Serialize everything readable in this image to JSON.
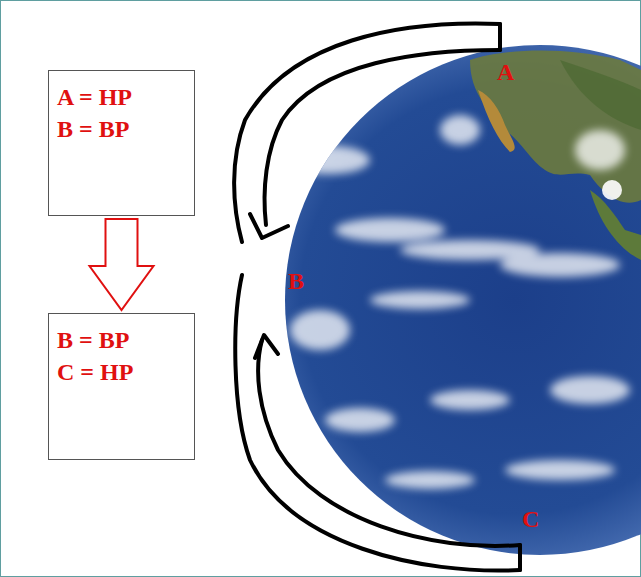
{
  "diagram": {
    "nodes": [
      {
        "text": [
          "A = HP",
          "B = BP"
        ]
      },
      {
        "text": [
          "B = BP",
          "C = HP"
        ]
      }
    ],
    "edges": [
      {
        "from": 0,
        "to": 1,
        "arrow": "to"
      }
    ],
    "labels": [
      "A",
      "B",
      "C"
    ]
  }
}
